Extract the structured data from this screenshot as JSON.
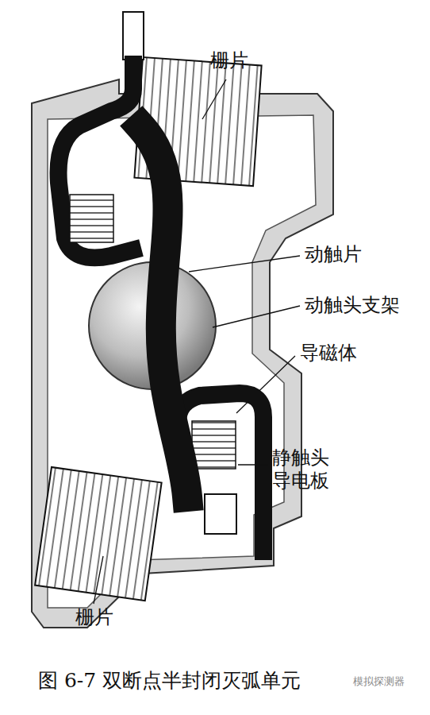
{
  "diagram": {
    "caption": "图 6-7 双断点半封闭灭弧单元",
    "labels": [
      "栅片",
      "动触片",
      "动触头支架",
      "导磁体",
      "静触头 导电板",
      "栅片",
      "模拟探测器"
    ]
  }
}
